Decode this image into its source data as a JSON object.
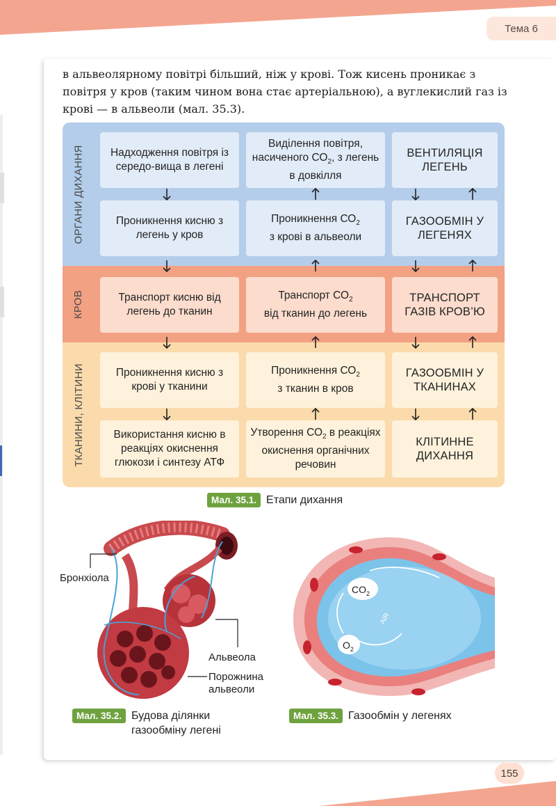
{
  "header": {
    "topic": "Тема 6"
  },
  "intro_text": "в альвеолярному повітрі більший, ніж у крові. Тож кисень проникає з повітря у кров (таким чином вона стає артеріальною), а вуглекислий газ із крові — в альвеоли (мал. 35.3).",
  "diagram": {
    "band_labels": {
      "organs": "ОРГАНИ ДИХАННЯ",
      "blood": "КРОВ",
      "tissues": "ТКАНИНИ, КЛІТИНИ"
    },
    "cells": {
      "r1c1": "Надходження повітря із середо-вища в легені",
      "r1c2_a": "Виділення повітря, насиченого СО",
      "r1c2_b": ", з легень в довкілля",
      "r1c3": "ВЕНТИЛЯЦІЯ ЛЕГЕНЬ",
      "r2c1": "Проникнення кисню з легень у кров",
      "r2c2_a": "Проникнення СО",
      "r2c2_b": "з крові в альвеоли",
      "r2c3": "ГАЗООБМІН У ЛЕГЕНЯХ",
      "r3c1": "Транспорт кисню від легень до тканин",
      "r3c2_a": "Транспорт СО",
      "r3c2_b": "від тканин до легень",
      "r3c3": "ТРАНСПОРТ ГАЗІВ КРОВ’Ю",
      "r4c1": "Проникнення кисню з крові у тканини",
      "r4c2_a": "Проникнення СО",
      "r4c2_b": "з тканин в кров",
      "r4c3": "ГАЗООБМІН У ТКАНИНАХ",
      "r5c1": "Використання кисню в реакціях окиснення глюкози і синтезу АТФ",
      "r5c2_a": "Утворення СО",
      "r5c2_b": "в реакціях окиснення органічних речовин",
      "r5c3": "КЛІТИННЕ ДИХАННЯ",
      "sub2": "2"
    }
  },
  "captions": {
    "fig1": {
      "label": "Мал. 35.1.",
      "text": "Етапи дихання"
    },
    "fig2": {
      "label": "Мал. 35.2.",
      "text_line1": "Будова ділянки",
      "text_line2": "газообміну легені"
    },
    "fig3": {
      "label": "Мал. 35.3.",
      "text": "Газообмін у легенях"
    }
  },
  "fig2_labels": {
    "bronchiole": "Бронхіола",
    "alveolus": "Альвеола",
    "cavity_line1": "Порожнина",
    "cavity_line2": "альвеоли"
  },
  "fig3_labels": {
    "co2": "CO",
    "o2": "O",
    "sub": "2",
    "air": "AIR"
  },
  "page_number": "155",
  "colors": {
    "band_blue": "#b4cdea",
    "band_red": "#f3a183",
    "band_yellow": "#fbdbac",
    "caption_green": "#6ea23f",
    "accent_salmon": "#f4a58f"
  }
}
